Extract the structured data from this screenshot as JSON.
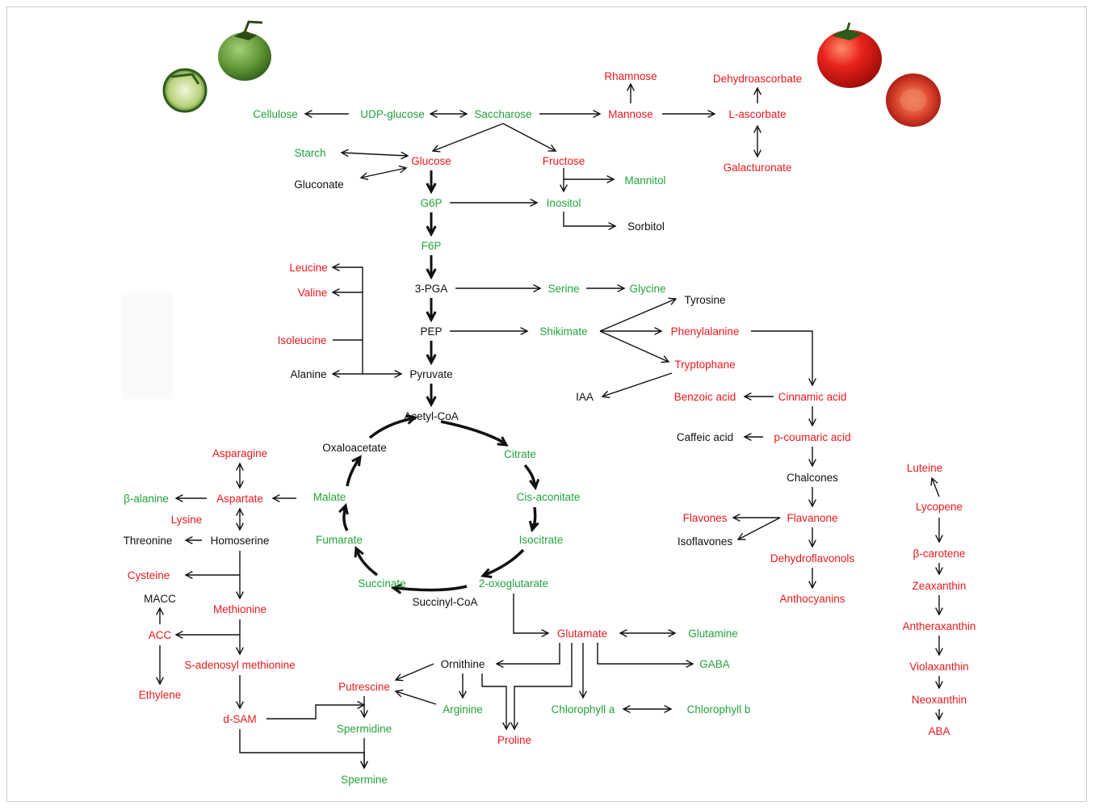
{
  "colors": {
    "increase": "#e8191c",
    "decrease": "#21a33a",
    "neutral": "#111111"
  },
  "images": [
    "green-tomato-icon",
    "red-tomato-icon"
  ],
  "nodes": {
    "rhamnose": {
      "label": "Rhamnose",
      "color": "red"
    },
    "dehydroascorbate": {
      "label": "Dehydroascorbate",
      "color": "red"
    },
    "cellulose": {
      "label": "Cellulose",
      "color": "green"
    },
    "udp_glucose": {
      "label": "UDP-glucose",
      "color": "green"
    },
    "saccharose": {
      "label": "Saccharose",
      "color": "green"
    },
    "mannose": {
      "label": "Mannose",
      "color": "red"
    },
    "l_ascorbate": {
      "label": "L-ascorbate",
      "color": "red"
    },
    "starch": {
      "label": "Starch",
      "color": "green"
    },
    "glucose": {
      "label": "Glucose",
      "color": "red"
    },
    "fructose": {
      "label": "Fructose",
      "color": "red"
    },
    "galacturonate": {
      "label": "Galacturonate",
      "color": "red"
    },
    "mannitol": {
      "label": "Mannitol",
      "color": "green"
    },
    "gluconate": {
      "label": "Gluconate",
      "color": "black"
    },
    "g6p": {
      "label": "G6P",
      "color": "green"
    },
    "inositol": {
      "label": "Inositol",
      "color": "green"
    },
    "sorbitol": {
      "label": "Sorbitol",
      "color": "black"
    },
    "f6p": {
      "label": "F6P",
      "color": "green"
    },
    "leucine": {
      "label": "Leucine",
      "color": "red"
    },
    "valine": {
      "label": "Valine",
      "color": "red"
    },
    "isoleucine": {
      "label": "Isoleucine",
      "color": "red"
    },
    "alanine": {
      "label": "Alanine",
      "color": "black"
    },
    "pga3": {
      "label": "3-PGA",
      "color": "black"
    },
    "serine": {
      "label": "Serine",
      "color": "green"
    },
    "glycine": {
      "label": "Glycine",
      "color": "green"
    },
    "tyrosine": {
      "label": "Tyrosine",
      "color": "black"
    },
    "pep": {
      "label": "PEP",
      "color": "black"
    },
    "shikimate": {
      "label": "Shikimate",
      "color": "green"
    },
    "phenylalanine": {
      "label": "Phenylalanine",
      "color": "red"
    },
    "tryptophane": {
      "label": "Tryptophane",
      "color": "red"
    },
    "pyruvate": {
      "label": "Pyruvate",
      "color": "black"
    },
    "iaa": {
      "label": "IAA",
      "color": "black"
    },
    "benzoic_acid": {
      "label": "Benzoic acid",
      "color": "red"
    },
    "cinnamic_acid": {
      "label": "Cinnamic acid",
      "color": "red"
    },
    "acetyl_coa": {
      "label": "Acetyl-CoA",
      "color": "black"
    },
    "caffeic_acid": {
      "label": "Caffeic acid",
      "color": "black"
    },
    "p_coumaric_acid": {
      "label": "p-coumaric acid",
      "color": "red"
    },
    "oxaloacetate": {
      "label": "Oxaloacetate",
      "color": "black"
    },
    "citrate": {
      "label": "Citrate",
      "color": "green"
    },
    "asparagine": {
      "label": "Asparagine",
      "color": "red"
    },
    "luteine": {
      "label": "Luteine",
      "color": "red"
    },
    "chalcones": {
      "label": "Chalcones",
      "color": "black"
    },
    "beta_alanine": {
      "label": "β-alanine",
      "color": "green"
    },
    "aspartate": {
      "label": "Aspartate",
      "color": "red"
    },
    "malate": {
      "label": "Malate",
      "color": "green"
    },
    "cis_aconitate": {
      "label": "Cis-aconitate",
      "color": "green"
    },
    "lycopene": {
      "label": "Lycopene",
      "color": "red"
    },
    "lysine": {
      "label": "Lysine",
      "color": "red"
    },
    "flavones": {
      "label": "Flavones",
      "color": "red"
    },
    "flavanone": {
      "label": "Flavanone",
      "color": "red"
    },
    "threonine": {
      "label": "Threonine",
      "color": "black"
    },
    "homoserine": {
      "label": "Homoserine",
      "color": "black"
    },
    "fumarate": {
      "label": "Fumarate",
      "color": "green"
    },
    "isocitrate": {
      "label": "Isocitrate",
      "color": "green"
    },
    "isoflavones": {
      "label": "Isoflavones",
      "color": "black"
    },
    "beta_carotene": {
      "label": "β-carotene",
      "color": "red"
    },
    "dehydroflavonols": {
      "label": "Dehydroflavonols",
      "color": "red"
    },
    "cysteine": {
      "label": "Cysteine",
      "color": "red"
    },
    "succinate": {
      "label": "Succinate",
      "color": "green"
    },
    "oxoglutarate": {
      "label": "2-oxoglutarate",
      "color": "green"
    },
    "zeaxanthin": {
      "label": "Zeaxanthin",
      "color": "red"
    },
    "macc": {
      "label": "MACC",
      "color": "black"
    },
    "succinyl_coa": {
      "label": "Succinyl-CoA",
      "color": "black"
    },
    "anthocyanins": {
      "label": "Anthocyanins",
      "color": "red"
    },
    "methionine": {
      "label": "Methionine",
      "color": "red"
    },
    "antheraxanthin": {
      "label": "Antheraxanthin",
      "color": "red"
    },
    "acc": {
      "label": "ACC",
      "color": "red"
    },
    "glutamate": {
      "label": "Glutamate",
      "color": "red"
    },
    "glutamine": {
      "label": "Glutamine",
      "color": "green"
    },
    "s_adenosyl_methionine": {
      "label": "S-adenosyl methionine",
      "color": "red"
    },
    "ornithine": {
      "label": "Ornithine",
      "color": "black"
    },
    "gaba": {
      "label": "GABA",
      "color": "green"
    },
    "violaxanthin": {
      "label": "Violaxanthin",
      "color": "red"
    },
    "putrescine": {
      "label": "Putrescine",
      "color": "red"
    },
    "ethylene": {
      "label": "Ethylene",
      "color": "red"
    },
    "neoxanthin": {
      "label": "Neoxanthin",
      "color": "red"
    },
    "arginine": {
      "label": "Arginine",
      "color": "green"
    },
    "chlorophyll_a": {
      "label": "Chlorophyll a",
      "color": "green"
    },
    "chlorophyll_b": {
      "label": "Chlorophyll b",
      "color": "green"
    },
    "d_sam": {
      "label": "d-SAM",
      "color": "red"
    },
    "spermidine": {
      "label": "Spermidine",
      "color": "green"
    },
    "aba": {
      "label": "ABA",
      "color": "red"
    },
    "proline": {
      "label": "Proline",
      "color": "red"
    },
    "spermine": {
      "label": "Spermine",
      "color": "green"
    }
  }
}
